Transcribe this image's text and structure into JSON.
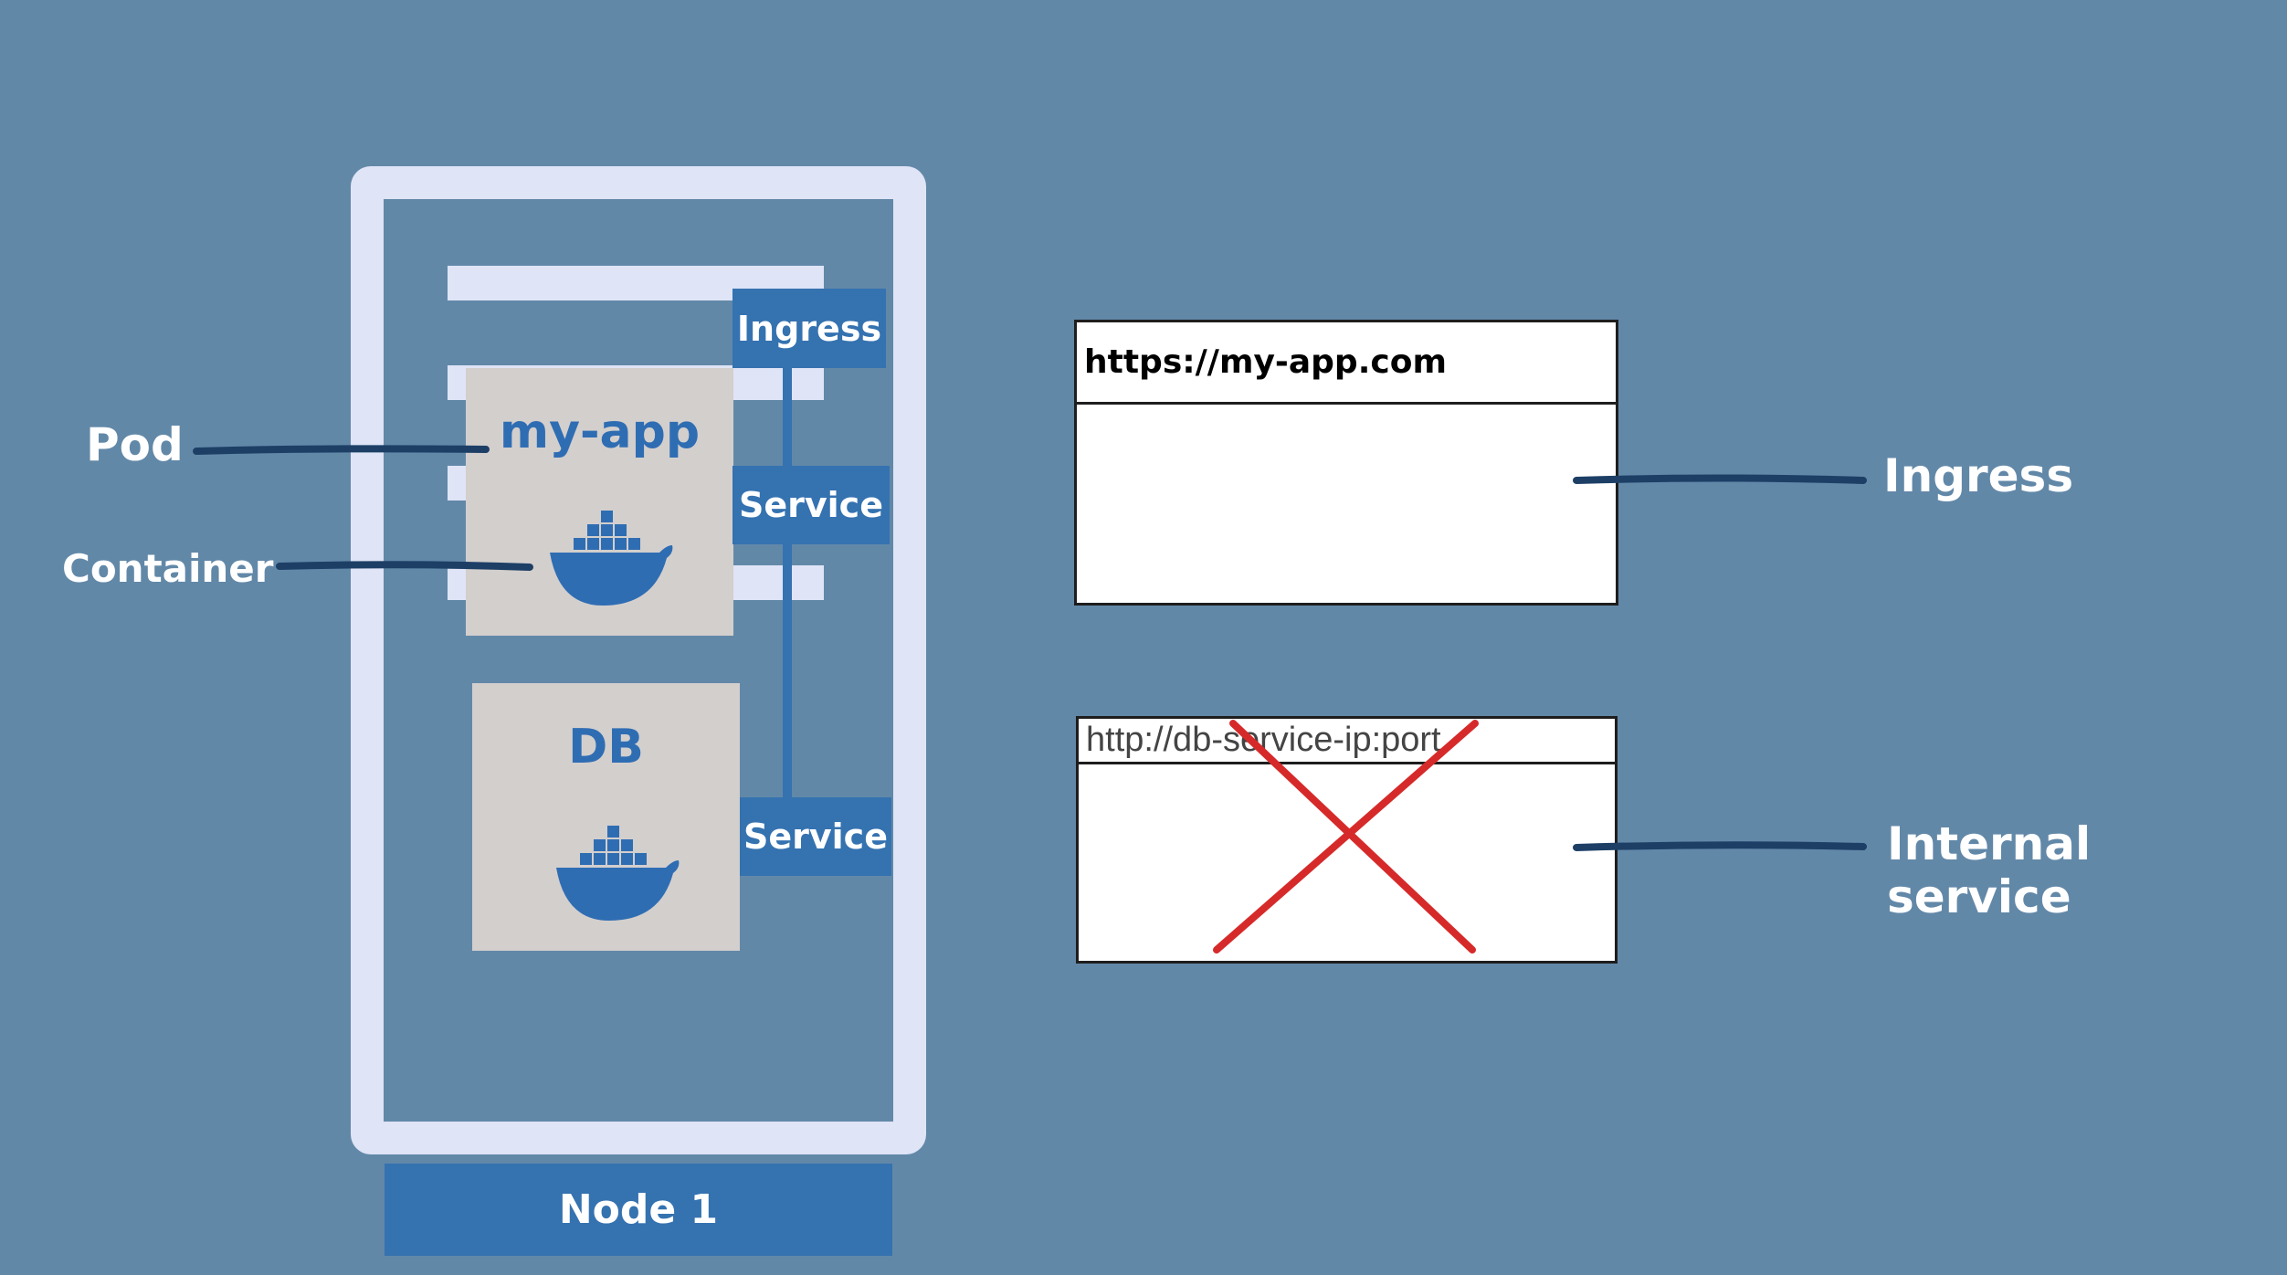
{
  "node": {
    "label": "Node 1"
  },
  "pods": {
    "app": {
      "title": "my-app"
    },
    "db": {
      "title": "DB"
    }
  },
  "components": {
    "ingress_label": "Ingress",
    "app_service_label": "Service",
    "db_service_label": "Service"
  },
  "annotations": {
    "pod": "Pod",
    "container": "Container",
    "ingress": "Ingress",
    "internal_service": "Internal service"
  },
  "browsers": {
    "external_url": "https://my-app.com",
    "internal_url": "http://db-service-ip:port"
  },
  "colors": {
    "background": "#6288a8",
    "node_frame": "#dfe4f6",
    "brand_blue": "#3572b0",
    "pod_fill": "#d3cfcd",
    "cross_red": "#d62a2a",
    "connector": "#1d3f66"
  }
}
